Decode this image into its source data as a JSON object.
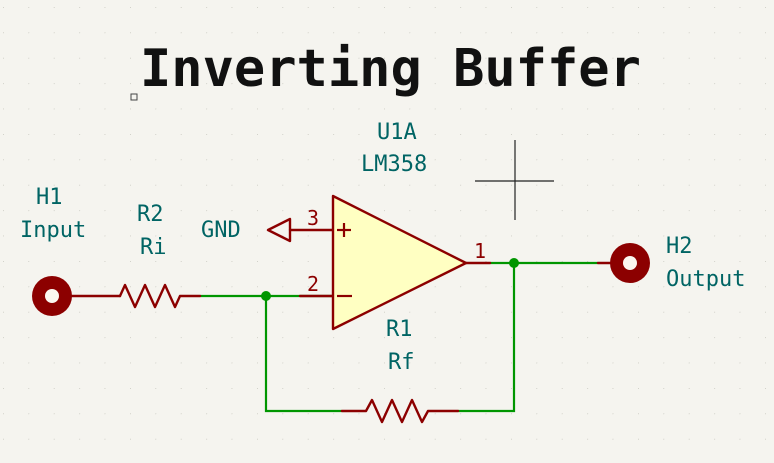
{
  "title": "Inverting Buffer",
  "opamp": {
    "ref": "U1A",
    "value": "LM358",
    "pin_plus": "3",
    "pin_minus": "2",
    "pin_out": "1"
  },
  "input_hole": {
    "ref": "H1",
    "value": "Input"
  },
  "output_hole": {
    "ref": "H2",
    "value": "Output"
  },
  "r_in": {
    "ref": "R2",
    "value": "Ri"
  },
  "r_fb": {
    "ref": "R1",
    "value": "Rf"
  },
  "gnd": {
    "label": "GND"
  },
  "colors": {
    "background": "#f5f4ef",
    "wire": "#009600",
    "component": "#8c0000",
    "opamp_fill": "#ffffc2",
    "reference_text": "#006464",
    "grid_dot": "#b9b9b0"
  }
}
